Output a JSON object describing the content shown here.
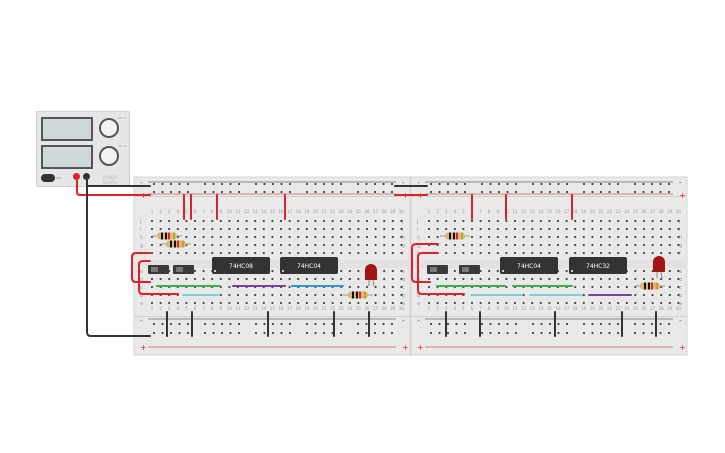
{
  "power_supply": {
    "display_top_label": "",
    "display_bottom_label": "",
    "knob_top_label": "DC V",
    "knob_bottom_label": "DC A",
    "switch_label": "OFF",
    "brand_label": "POWER SUPPLY",
    "terminal_positive_color": "#d9222a",
    "terminal_negative_color": "#333333"
  },
  "breadboards": [
    {
      "id": "left",
      "columns": 30,
      "row_labels_top": [
        "j",
        "i",
        "h",
        "g",
        "f"
      ],
      "row_labels_bottom": [
        "e",
        "d",
        "c",
        "b",
        "a"
      ],
      "rail_minus_label": "-",
      "rail_plus_label": "+",
      "chips": [
        {
          "label": "74HC08"
        },
        {
          "label": "74HC04"
        }
      ],
      "switches": 2,
      "led_color": "#a31515",
      "resistors": 3
    },
    {
      "id": "right",
      "columns": 30,
      "row_labels_top": [
        "j",
        "i",
        "h",
        "g",
        "f"
      ],
      "row_labels_bottom": [
        "e",
        "d",
        "c",
        "b",
        "a"
      ],
      "rail_minus_label": "-",
      "rail_plus_label": "+",
      "chips": [
        {
          "label": "74HC04"
        },
        {
          "label": "74HC32"
        }
      ],
      "switches": 2,
      "led_color": "#a31515",
      "resistors": 2
    }
  ],
  "colors": {
    "wire_red": "#d9222a",
    "wire_black": "#333333",
    "wire_green": "#3fae49",
    "wire_cyan": "#7ccde0",
    "wire_purple": "#7d3f9e",
    "wire_blue": "#2b9ad8",
    "chip_body": "#333333",
    "board": "#e9e9e9",
    "hole": "#444444"
  }
}
